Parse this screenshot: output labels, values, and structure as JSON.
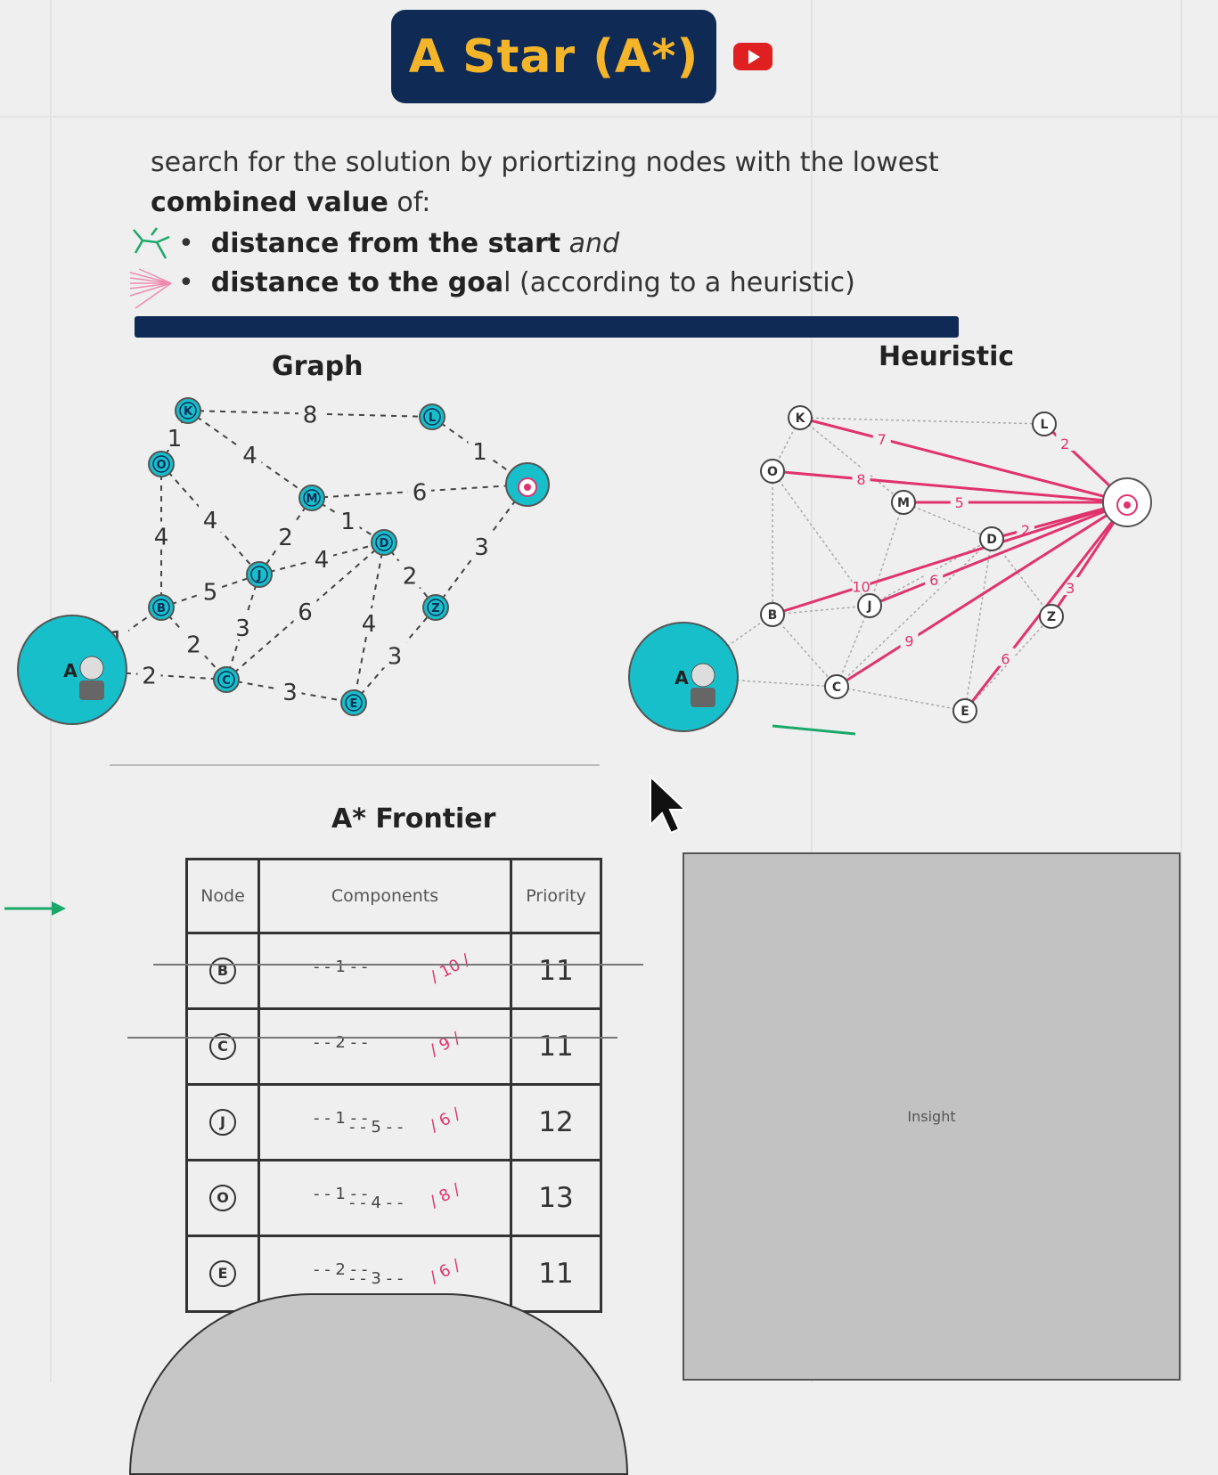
{
  "header": {
    "title": "A Star (A*)"
  },
  "description": {
    "line1": "search for the solution by priortizing nodes with the lowest",
    "line2_bold": "combined value",
    "line2_rest": " of:",
    "bullet1_bold": "distance from the start",
    "bullet1_italic": " and",
    "bullet2_bold": "distance to the goa",
    "bullet2_rest": "l (according to a heuristic)"
  },
  "graph": {
    "title": "Graph",
    "nodes": [
      {
        "id": "K",
        "label": "K"
      },
      {
        "id": "L",
        "label": "L"
      },
      {
        "id": "O",
        "label": "O"
      },
      {
        "id": "M",
        "label": "M"
      },
      {
        "id": "J",
        "label": "J"
      },
      {
        "id": "D",
        "label": "D"
      },
      {
        "id": "B",
        "label": "B"
      },
      {
        "id": "Z",
        "label": "Z"
      },
      {
        "id": "C",
        "label": "C"
      },
      {
        "id": "E",
        "label": "E"
      },
      {
        "id": "A",
        "label": "A"
      },
      {
        "id": "G",
        "label": ""
      }
    ],
    "edges": [
      {
        "from": "K",
        "to": "L",
        "w": "8"
      },
      {
        "from": "L",
        "to": "G",
        "w": "1"
      },
      {
        "from": "K",
        "to": "O",
        "w": "1"
      },
      {
        "from": "K",
        "to": "M",
        "w": "4"
      },
      {
        "from": "O",
        "to": "B",
        "w": "4"
      },
      {
        "from": "O",
        "to": "J",
        "w": "4"
      },
      {
        "from": "M",
        "to": "G",
        "w": "6"
      },
      {
        "from": "M",
        "to": "J",
        "w": "2"
      },
      {
        "from": "M",
        "to": "D",
        "w": "1"
      },
      {
        "from": "J",
        "to": "D",
        "w": "4"
      },
      {
        "from": "B",
        "to": "J",
        "w": "5"
      },
      {
        "from": "D",
        "to": "Z",
        "w": "2"
      },
      {
        "from": "Z",
        "to": "G",
        "w": "3"
      },
      {
        "from": "C",
        "to": "D",
        "w": "6"
      },
      {
        "from": "J",
        "to": "C",
        "w": "3"
      },
      {
        "from": "D",
        "to": "E",
        "w": "4"
      },
      {
        "from": "E",
        "to": "Z",
        "w": "3"
      },
      {
        "from": "A",
        "to": "B",
        "w": "1"
      },
      {
        "from": "A",
        "to": "C",
        "w": "2"
      },
      {
        "from": "B",
        "to": "C",
        "w": "2"
      },
      {
        "from": "C",
        "to": "E",
        "w": "3"
      }
    ]
  },
  "heuristic": {
    "title": "Heuristic",
    "nodes": [
      {
        "id": "K",
        "label": "K"
      },
      {
        "id": "L",
        "label": "L"
      },
      {
        "id": "O",
        "label": "O"
      },
      {
        "id": "M",
        "label": "M"
      },
      {
        "id": "D",
        "label": "D"
      },
      {
        "id": "J",
        "label": "J"
      },
      {
        "id": "B",
        "label": "B"
      },
      {
        "id": "Z",
        "label": "Z"
      },
      {
        "id": "C",
        "label": "C"
      },
      {
        "id": "E",
        "label": "E"
      },
      {
        "id": "A",
        "label": "A"
      },
      {
        "id": "G",
        "label": ""
      }
    ],
    "values": [
      {
        "from": "K",
        "h": "7"
      },
      {
        "from": "L",
        "h": "2"
      },
      {
        "from": "O",
        "h": "8"
      },
      {
        "from": "M",
        "h": "5"
      },
      {
        "from": "D",
        "h": "2"
      },
      {
        "from": "J",
        "h": "6"
      },
      {
        "from": "B",
        "h": "10"
      },
      {
        "from": "C",
        "h": "9"
      },
      {
        "from": "Z",
        "h": "3"
      },
      {
        "from": "E",
        "h": "6"
      }
    ]
  },
  "frontier": {
    "title": "A* Frontier",
    "headers": {
      "node": "Node",
      "components": "Components",
      "priority": "Priority"
    },
    "rows": [
      {
        "node": "B",
        "g": [
          "1"
        ],
        "h": "10",
        "priority": "11"
      },
      {
        "node": "C",
        "g": [
          "2"
        ],
        "h": "9",
        "priority": "11"
      },
      {
        "node": "J",
        "g": [
          "1",
          "5"
        ],
        "h": "6",
        "priority": "12"
      },
      {
        "node": "O",
        "g": [
          "1",
          "4"
        ],
        "h": "8",
        "priority": "13"
      },
      {
        "node": "E",
        "g": [
          "2",
          "3"
        ],
        "h": "6",
        "priority": "11"
      }
    ]
  },
  "insight": {
    "label": "Insight"
  },
  "colors": {
    "navy": "#0e2a55",
    "gold": "#f4b52b",
    "teal": "#17bfca",
    "pink": "#e0336e",
    "green": "#1aa86a"
  }
}
